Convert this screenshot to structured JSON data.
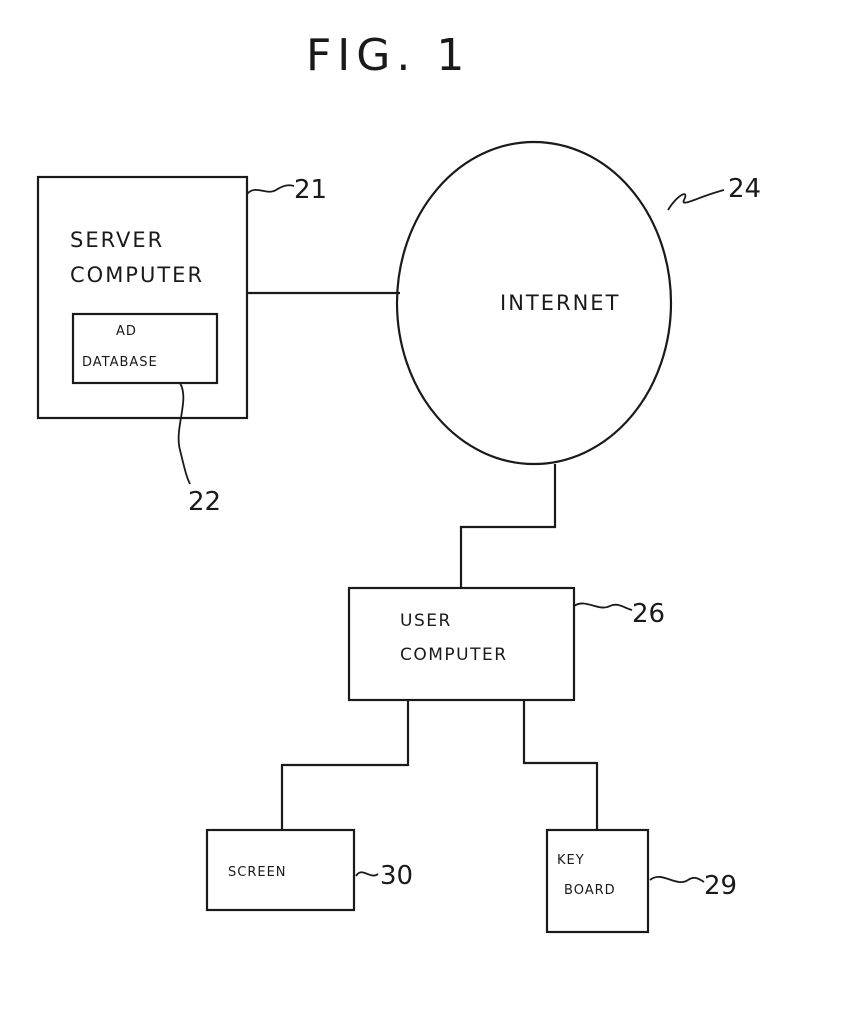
{
  "figure": {
    "title": "FIG. 1"
  },
  "server": {
    "line1": "SERVER",
    "line2": "COMPUTER",
    "ref": "21"
  },
  "database": {
    "line1": "AD",
    "line2": "DATABASE",
    "ref": "22"
  },
  "internet": {
    "label": "INTERNET",
    "ref": "24"
  },
  "user_computer": {
    "line1": "USER",
    "line2": "COMPUTER",
    "ref": "26"
  },
  "screen": {
    "label": "SCREEN",
    "ref": "30"
  },
  "keyboard": {
    "line1": "KEY",
    "line2": "BOARD",
    "ref": "29"
  },
  "colors": {
    "ink": "#1a1a1a",
    "paper": "#ffffff"
  }
}
